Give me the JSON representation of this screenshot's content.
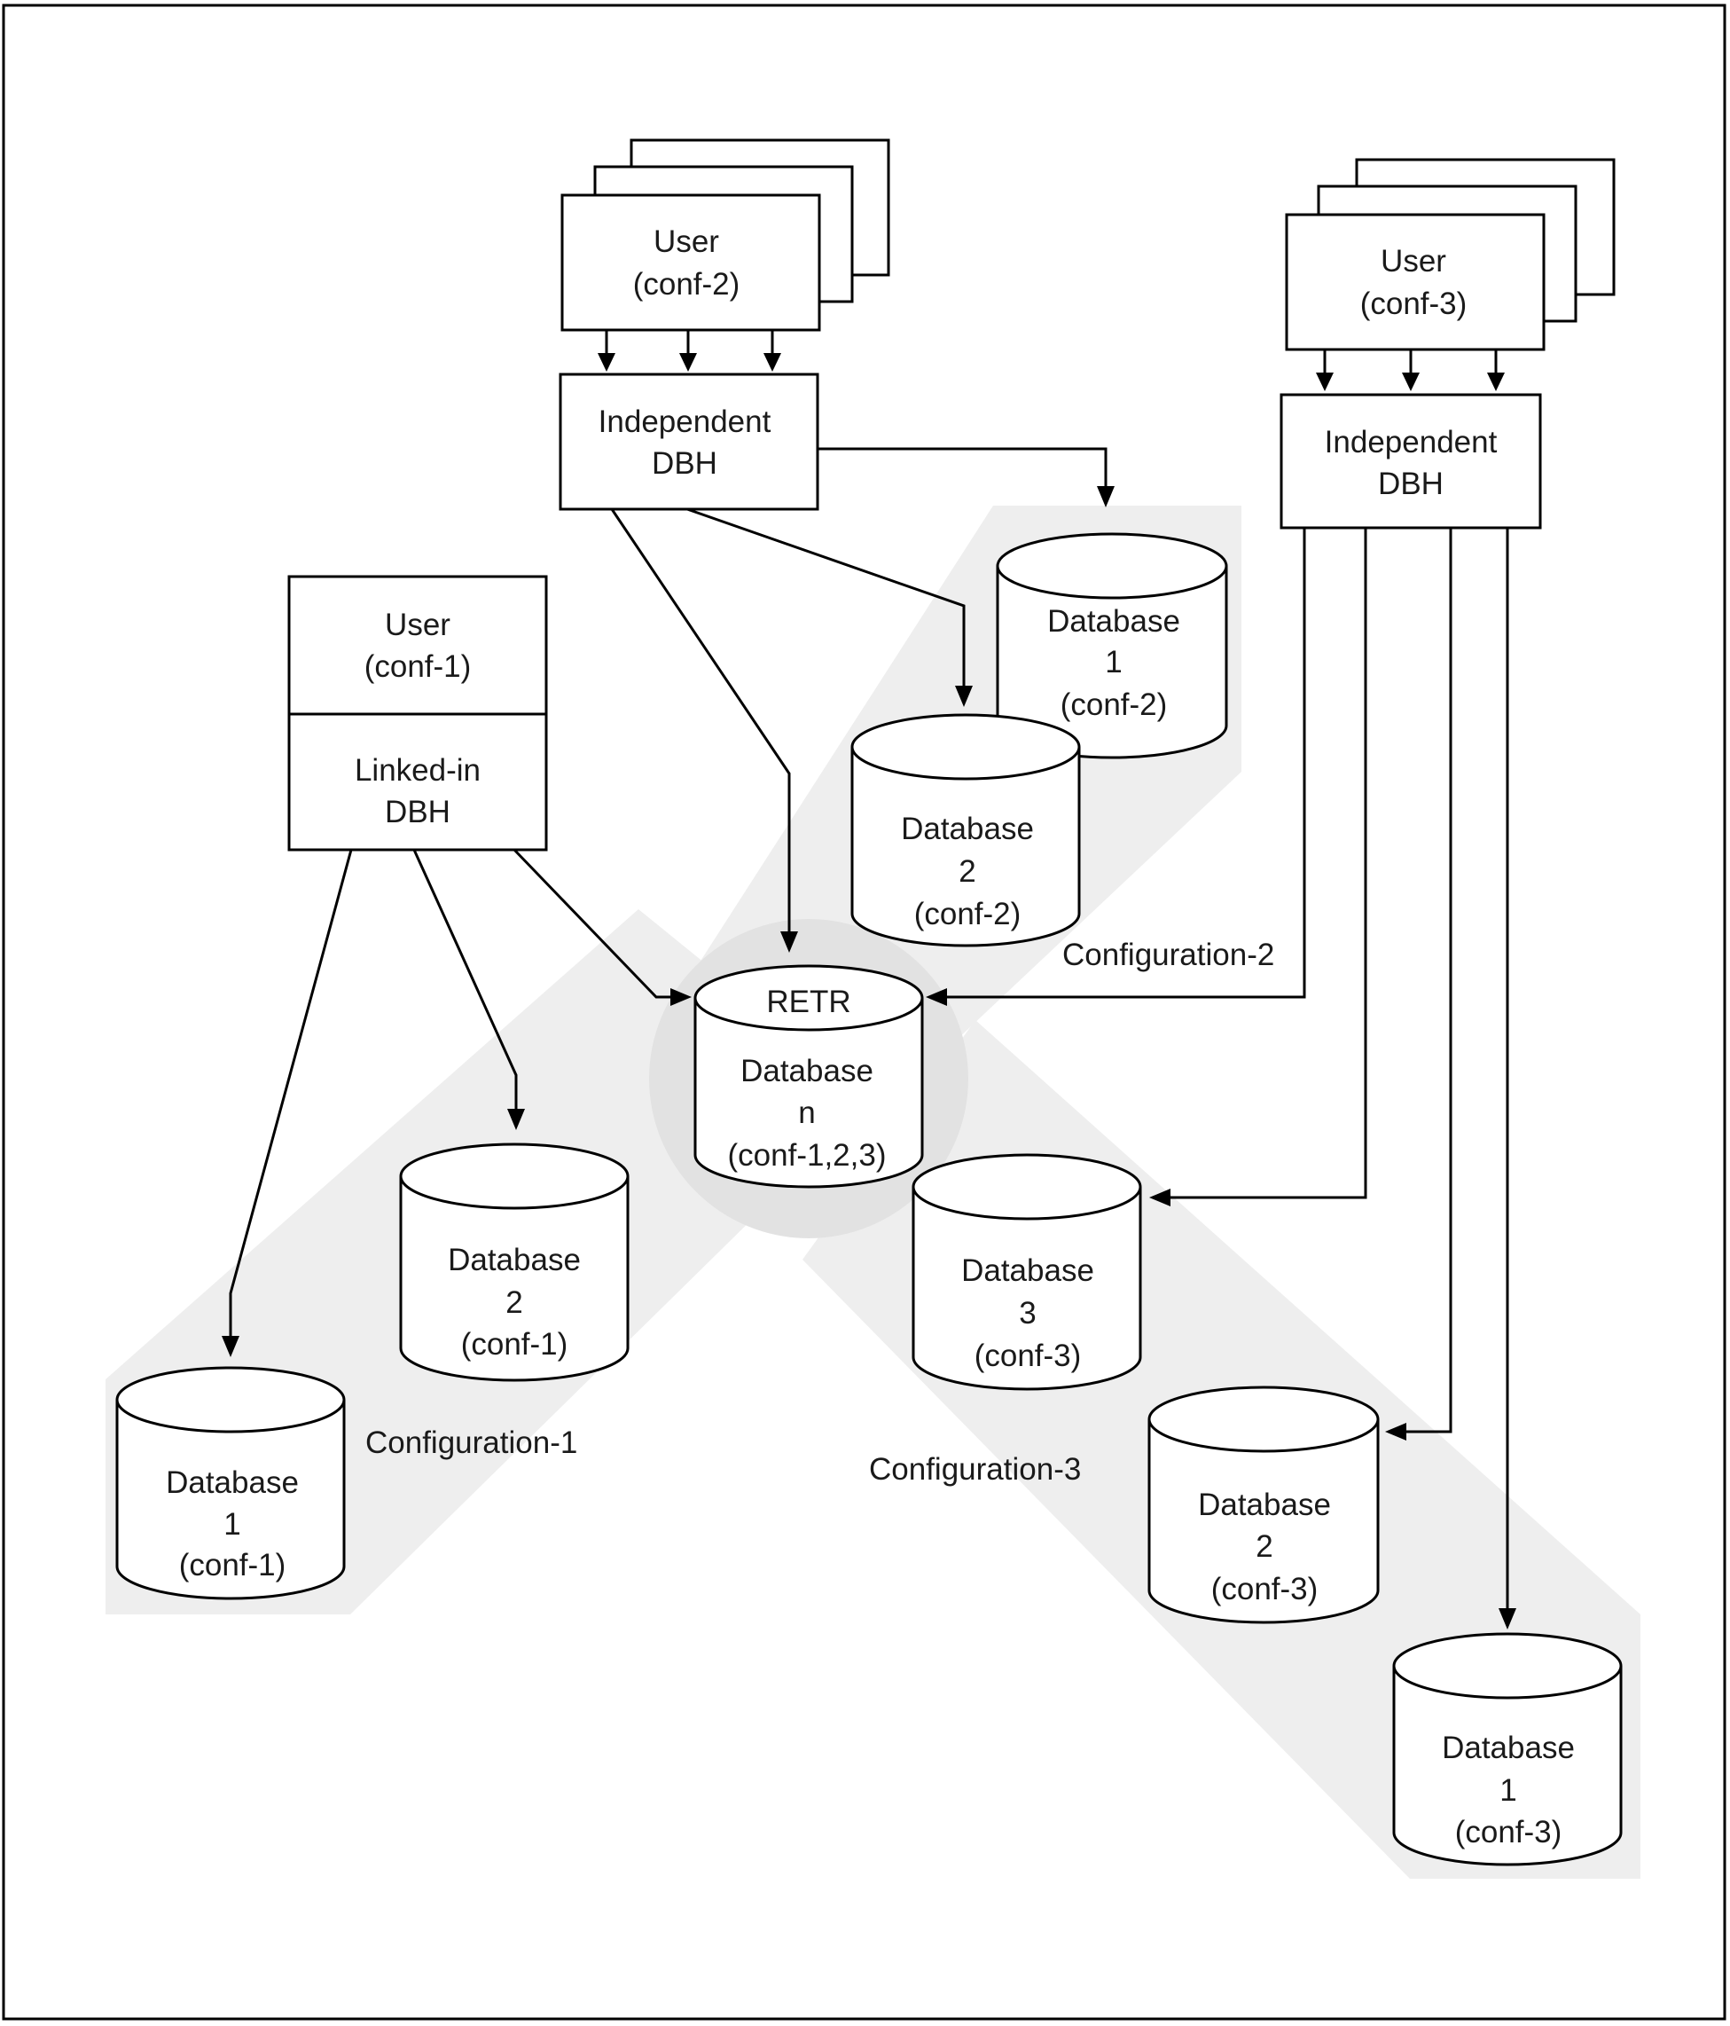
{
  "users": {
    "conf2": {
      "line1": "User",
      "line2": "(conf-2)"
    },
    "conf3": {
      "line1": "User",
      "line2": "(conf-3)"
    },
    "conf1": {
      "line1": "User",
      "line2": "(conf-1)"
    }
  },
  "dbh": {
    "independent_conf2": {
      "line1": "Independent",
      "line2": "DBH"
    },
    "independent_conf3": {
      "line1": "Independent",
      "line2": "DBH"
    },
    "linked_conf1": {
      "line1": "Linked-in",
      "line2": "DBH"
    }
  },
  "databases": {
    "db1_conf2": {
      "line1": "Database",
      "line2": "1",
      "line3": "(conf-2)"
    },
    "db2_conf2": {
      "line1": "Database",
      "line2": "2",
      "line3": "(conf-2)"
    },
    "retr": {
      "header": "RETR",
      "line1": "Database",
      "line2": "n",
      "line3": "(conf-1,2,3)"
    },
    "db2_conf1": {
      "line1": "Database",
      "line2": "2",
      "line3": "(conf-1)"
    },
    "db1_conf1": {
      "line1": "Database",
      "line2": "1",
      "line3": "(conf-1)"
    },
    "db3_conf3": {
      "line1": "Database",
      "line2": "3",
      "line3": "(conf-3)"
    },
    "db2_conf3": {
      "line1": "Database",
      "line2": "2",
      "line3": "(conf-3)"
    },
    "db1_conf3": {
      "line1": "Database",
      "line2": "1",
      "line3": "(conf-3)"
    }
  },
  "configurations": {
    "conf1": "Configuration-1",
    "conf2": "Configuration-2",
    "conf3": "Configuration-3"
  }
}
